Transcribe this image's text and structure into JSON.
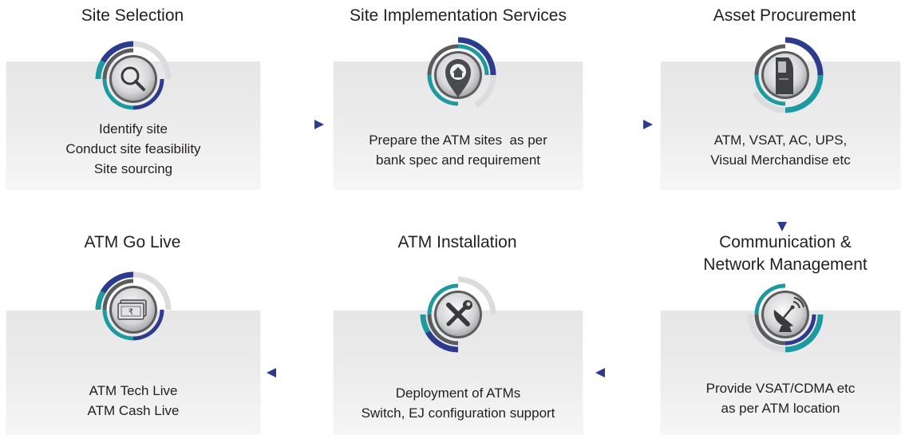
{
  "steps": [
    {
      "id": "site-selection",
      "title": [
        "Site Selection"
      ],
      "icon": "magnifier-icon",
      "lines": [
        "Identify site",
        "Conduct site feasibility",
        "Site sourcing"
      ]
    },
    {
      "id": "site-implementation",
      "title": [
        "Site Implementation Services"
      ],
      "icon": "location-pin-home-icon",
      "lines": [
        "Prepare the ATM sites  as per",
        "bank spec and requirement"
      ]
    },
    {
      "id": "asset-procurement",
      "title": [
        "Asset Procurement"
      ],
      "icon": "atm-machine-icon",
      "lines": [
        "ATM, VSAT, AC, UPS,",
        "Visual Merchandise etc"
      ]
    },
    {
      "id": "atm-go-live",
      "title": [
        "ATM Go Live"
      ],
      "icon": "rupee-notes-icon",
      "lines": [
        "ATM Tech Live",
        "ATM Cash Live"
      ]
    },
    {
      "id": "atm-installation",
      "title": [
        "ATM Installation"
      ],
      "icon": "tools-icon",
      "lines": [
        "Deployment of ATMs",
        "Switch, EJ configuration support"
      ]
    },
    {
      "id": "communication-network",
      "title": [
        "Communication &",
        "Network Management"
      ],
      "icon": "satellite-dish-icon",
      "lines": [
        "Provide VSAT/CDMA etc",
        "as per ATM location"
      ]
    }
  ],
  "colors": {
    "teal": "#1d9aa0",
    "navy": "#2d3b8f",
    "ring_gray": "#d9d9db",
    "dark_ring": "#5b5c5e",
    "arrow": "#2b3f8c"
  }
}
